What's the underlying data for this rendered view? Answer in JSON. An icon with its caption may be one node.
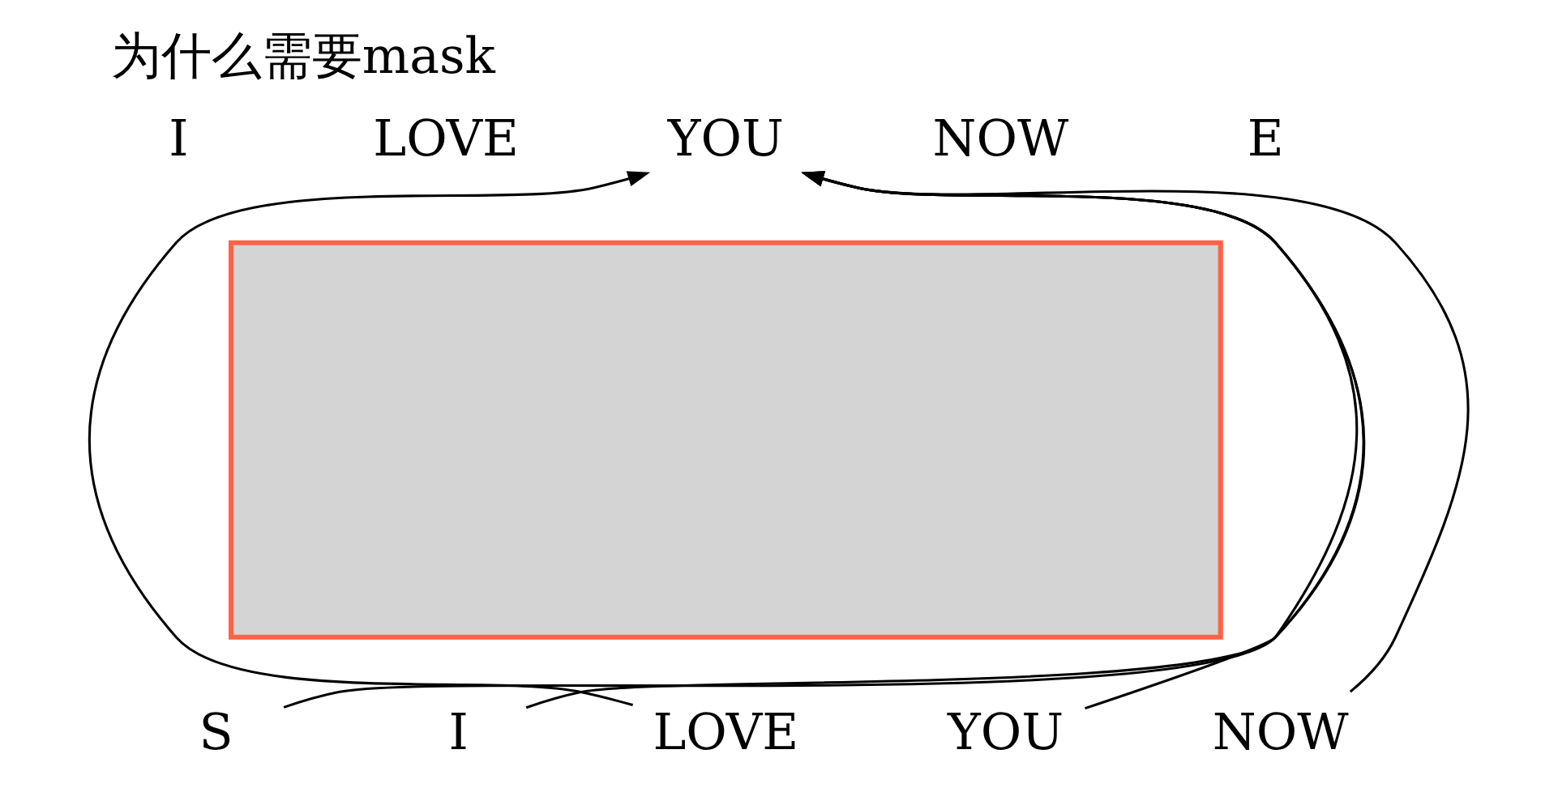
{
  "diagram": {
    "title": "为什么需要mask",
    "nodes": [
      {
        "text": [
          "I"
        ]
      },
      {
        "text": [
          "LOVE"
        ]
      },
      {
        "text": [
          "YOU"
        ]
      },
      {
        "text": [
          "NOW"
        ]
      },
      {
        "text": [
          "E"
        ]
      },
      {
        "text": [],
        "shape": "box"
      },
      {
        "text": [
          "S"
        ]
      },
      {
        "text": [
          "I"
        ]
      },
      {
        "text": [
          "LOVE"
        ]
      },
      {
        "text": [
          "YOU"
        ]
      },
      {
        "text": [
          "NOW"
        ]
      }
    ],
    "edges": [
      {
        "from": 6,
        "to": 2,
        "arrow": "to"
      },
      {
        "from": 7,
        "to": 2,
        "arrow": "to"
      },
      {
        "from": 8,
        "to": 2,
        "arrow": "to"
      },
      {
        "from": 9,
        "to": 2,
        "arrow": "to"
      },
      {
        "from": 10,
        "to": 2,
        "arrow": "to"
      }
    ]
  }
}
